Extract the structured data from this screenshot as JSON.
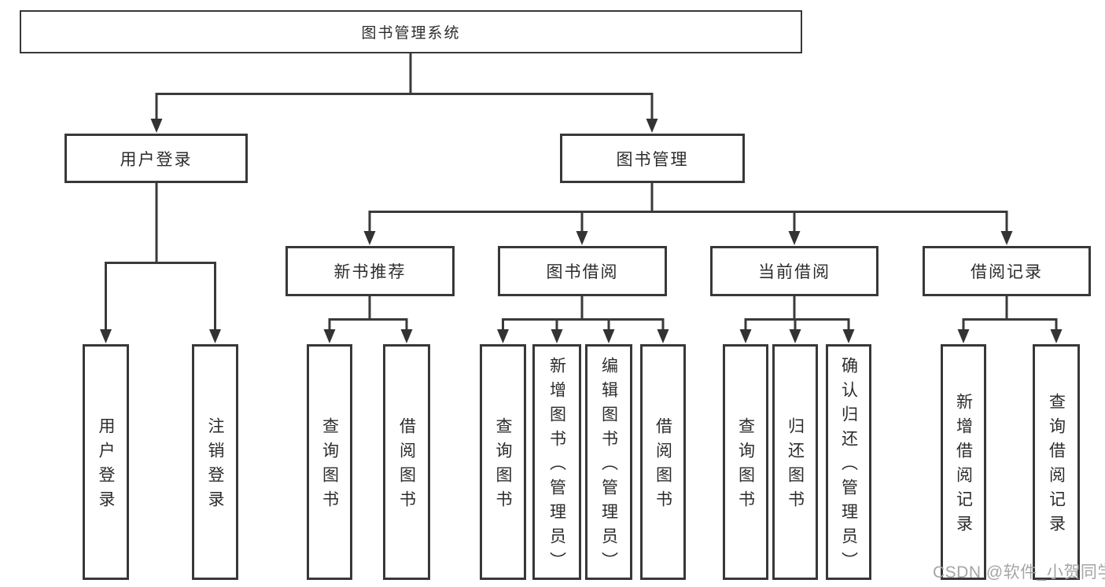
{
  "tree": {
    "label": "图书管理系统",
    "children": [
      {
        "label": "用户登录",
        "children": [
          {
            "label": "用户登录"
          },
          {
            "label": "注销登录"
          }
        ]
      },
      {
        "label": "图书管理",
        "children": [
          {
            "label": "新书推荐",
            "children": [
              {
                "label": "查询图书"
              },
              {
                "label": "借阅图书"
              }
            ]
          },
          {
            "label": "图书借阅",
            "children": [
              {
                "label": "查询图书"
              },
              {
                "label": "新增图书（管理员）"
              },
              {
                "label": "编辑图书（管理员）"
              },
              {
                "label": "借阅图书"
              }
            ]
          },
          {
            "label": "当前借阅",
            "children": [
              {
                "label": "查询图书"
              },
              {
                "label": "归还图书"
              },
              {
                "label": "确认归还（管理员）"
              }
            ]
          },
          {
            "label": "借阅记录",
            "children": [
              {
                "label": "新增借阅记录"
              },
              {
                "label": "查询借阅记录"
              }
            ]
          }
        ]
      }
    ]
  },
  "watermark": "CSDN @软件_小贺同学",
  "colors": {
    "background": "#ffffff",
    "line": "#3a3a3a",
    "box_border": "#383838",
    "text": "#2c2c2c",
    "watermark": "#a5a5a5"
  }
}
